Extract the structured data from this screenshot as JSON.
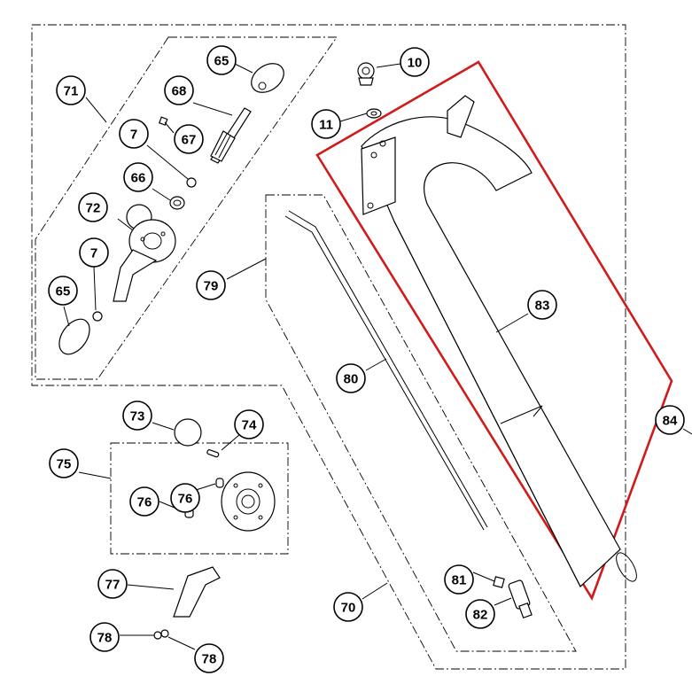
{
  "diagram": {
    "highlight_color": "#d11a1a",
    "callouts": {
      "c65a": "65",
      "c10": "10",
      "c71": "71",
      "c68": "68",
      "c11": "11",
      "c7a": "7",
      "c67": "67",
      "c66": "66",
      "c72": "72",
      "c7b": "7",
      "c79": "79",
      "c65b": "65",
      "c83": "83",
      "c80": "80",
      "c73": "73",
      "c74": "74",
      "c84": "84",
      "c75": "75",
      "c76a": "76",
      "c76b": "76",
      "c77": "77",
      "c81": "81",
      "c70": "70",
      "c82": "82",
      "c78a": "78",
      "c78b": "78"
    }
  }
}
